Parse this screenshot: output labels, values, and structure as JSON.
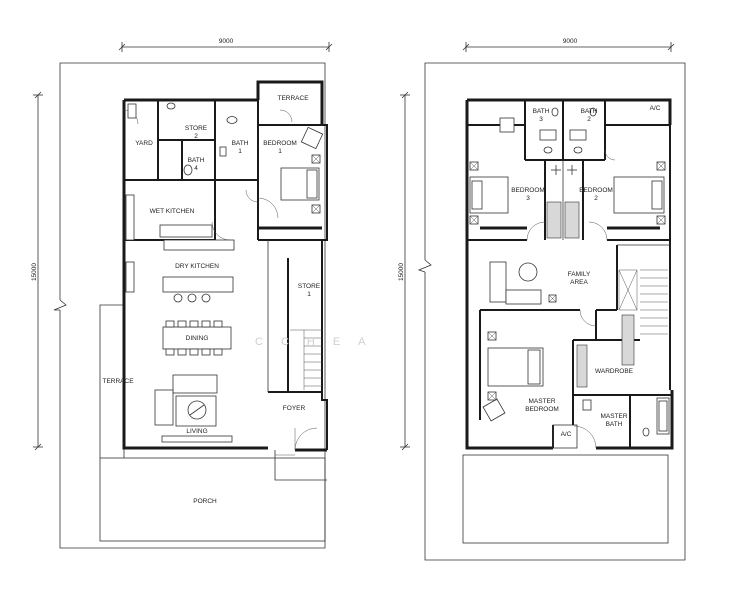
{
  "dimensions": {
    "ground_width": "9000",
    "ground_depth": "15000",
    "first_width": "9000",
    "first_depth": "15000"
  },
  "ground_floor": {
    "terrace_top": "TERRACE",
    "yard": "YARD",
    "store2": [
      "STORE",
      "2"
    ],
    "bath1": [
      "BATH",
      "1"
    ],
    "bath4": [
      "BATH",
      "4"
    ],
    "bedroom1": [
      "BEDROOM",
      "1"
    ],
    "wet_kitchen": "WET KITCHEN",
    "dry_kitchen": "DRY KITCHEN",
    "store1": [
      "STORE",
      "1"
    ],
    "dining": "DINING",
    "terrace_side": "TERRACE",
    "living": "LIVING",
    "foyer": "FOYER",
    "porch": "PORCH"
  },
  "first_floor": {
    "bath3": [
      "BATH",
      "3"
    ],
    "bath2": [
      "BATH",
      "2"
    ],
    "ac_top": "A/C",
    "bedroom3": [
      "BEDROOM",
      "3"
    ],
    "bedroom2": [
      "BEDROOM",
      "2"
    ],
    "family_area": [
      "FAMILY",
      "AREA"
    ],
    "wardrobe": "WARDROBE",
    "master_bedroom": [
      "MASTER",
      "BEDROOM"
    ],
    "ac_bottom": "A/C",
    "master_bath": [
      "MASTER",
      "BATH"
    ]
  },
  "watermark": "CCHEA"
}
